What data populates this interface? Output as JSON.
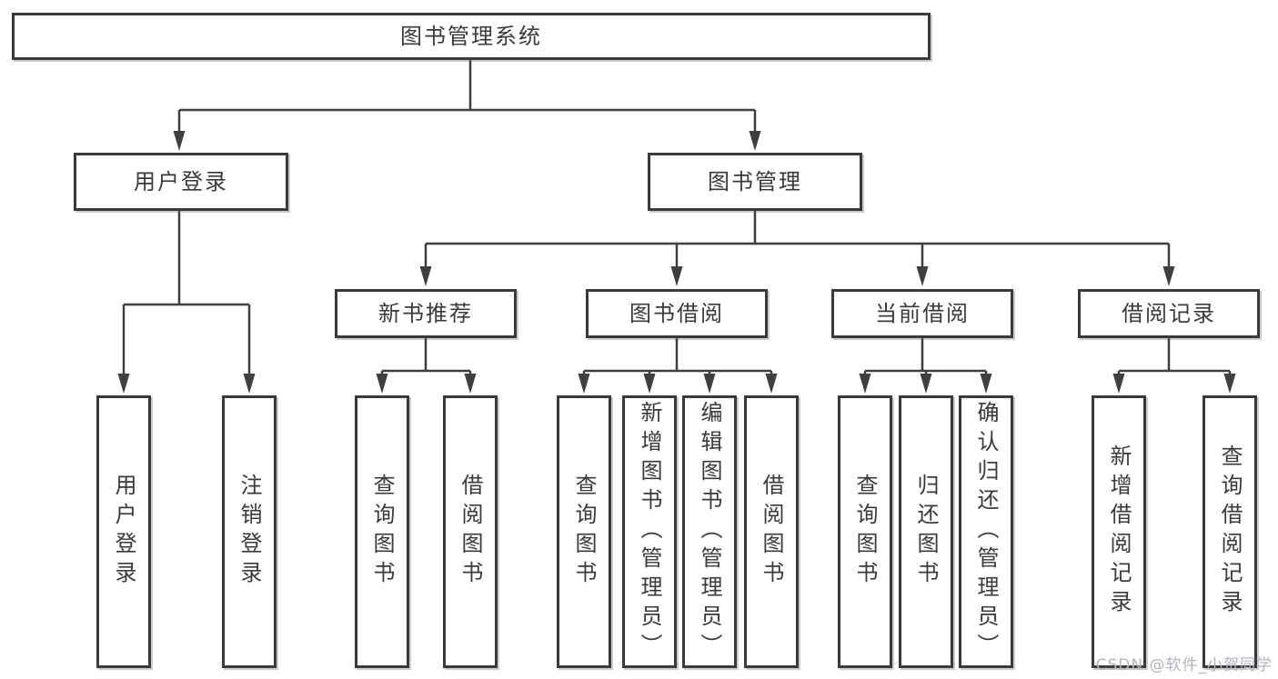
{
  "diagram_title": "图书管理系统",
  "boxes": {
    "root": "图书管理系统",
    "l2": [
      "用户登录",
      "图书管理"
    ],
    "l3": [
      "新书推荐",
      "图书借阅",
      "当前借阅",
      "借阅记录"
    ],
    "leaves": [
      "用户登录",
      "注销登录",
      "查询图书",
      "借阅图书",
      "查询图书",
      "新增图书（管理员）",
      "编辑图书（管理员）",
      "借阅图书",
      "查询图书",
      "归还图书",
      "确认归还（管理员）",
      "新增借阅记录",
      "查询借阅记录"
    ]
  },
  "structure": {
    "图书管理系统": [
      "用户登录",
      "图书管理"
    ],
    "用户登录": [
      "用户登录",
      "注销登录"
    ],
    "图书管理": [
      "新书推荐",
      "图书借阅",
      "当前借阅",
      "借阅记录"
    ],
    "新书推荐": [
      "查询图书",
      "借阅图书"
    ],
    "图书借阅": [
      "查询图书",
      "新增图书（管理员）",
      "编辑图书（管理员）",
      "借阅图书"
    ],
    "当前借阅": [
      "查询图书",
      "归还图书",
      "确认归还（管理员）"
    ],
    "借阅记录": [
      "新增借阅记录",
      "查询借阅记录"
    ]
  },
  "watermark": {
    "text": "CSDN @软件_小贺同学"
  },
  "colors": {
    "line": "#3f3f3f",
    "box_border": "#3a3a3a",
    "text": "#3a3a3a",
    "background": "#ffffff",
    "watermark": "#b3b3be"
  }
}
